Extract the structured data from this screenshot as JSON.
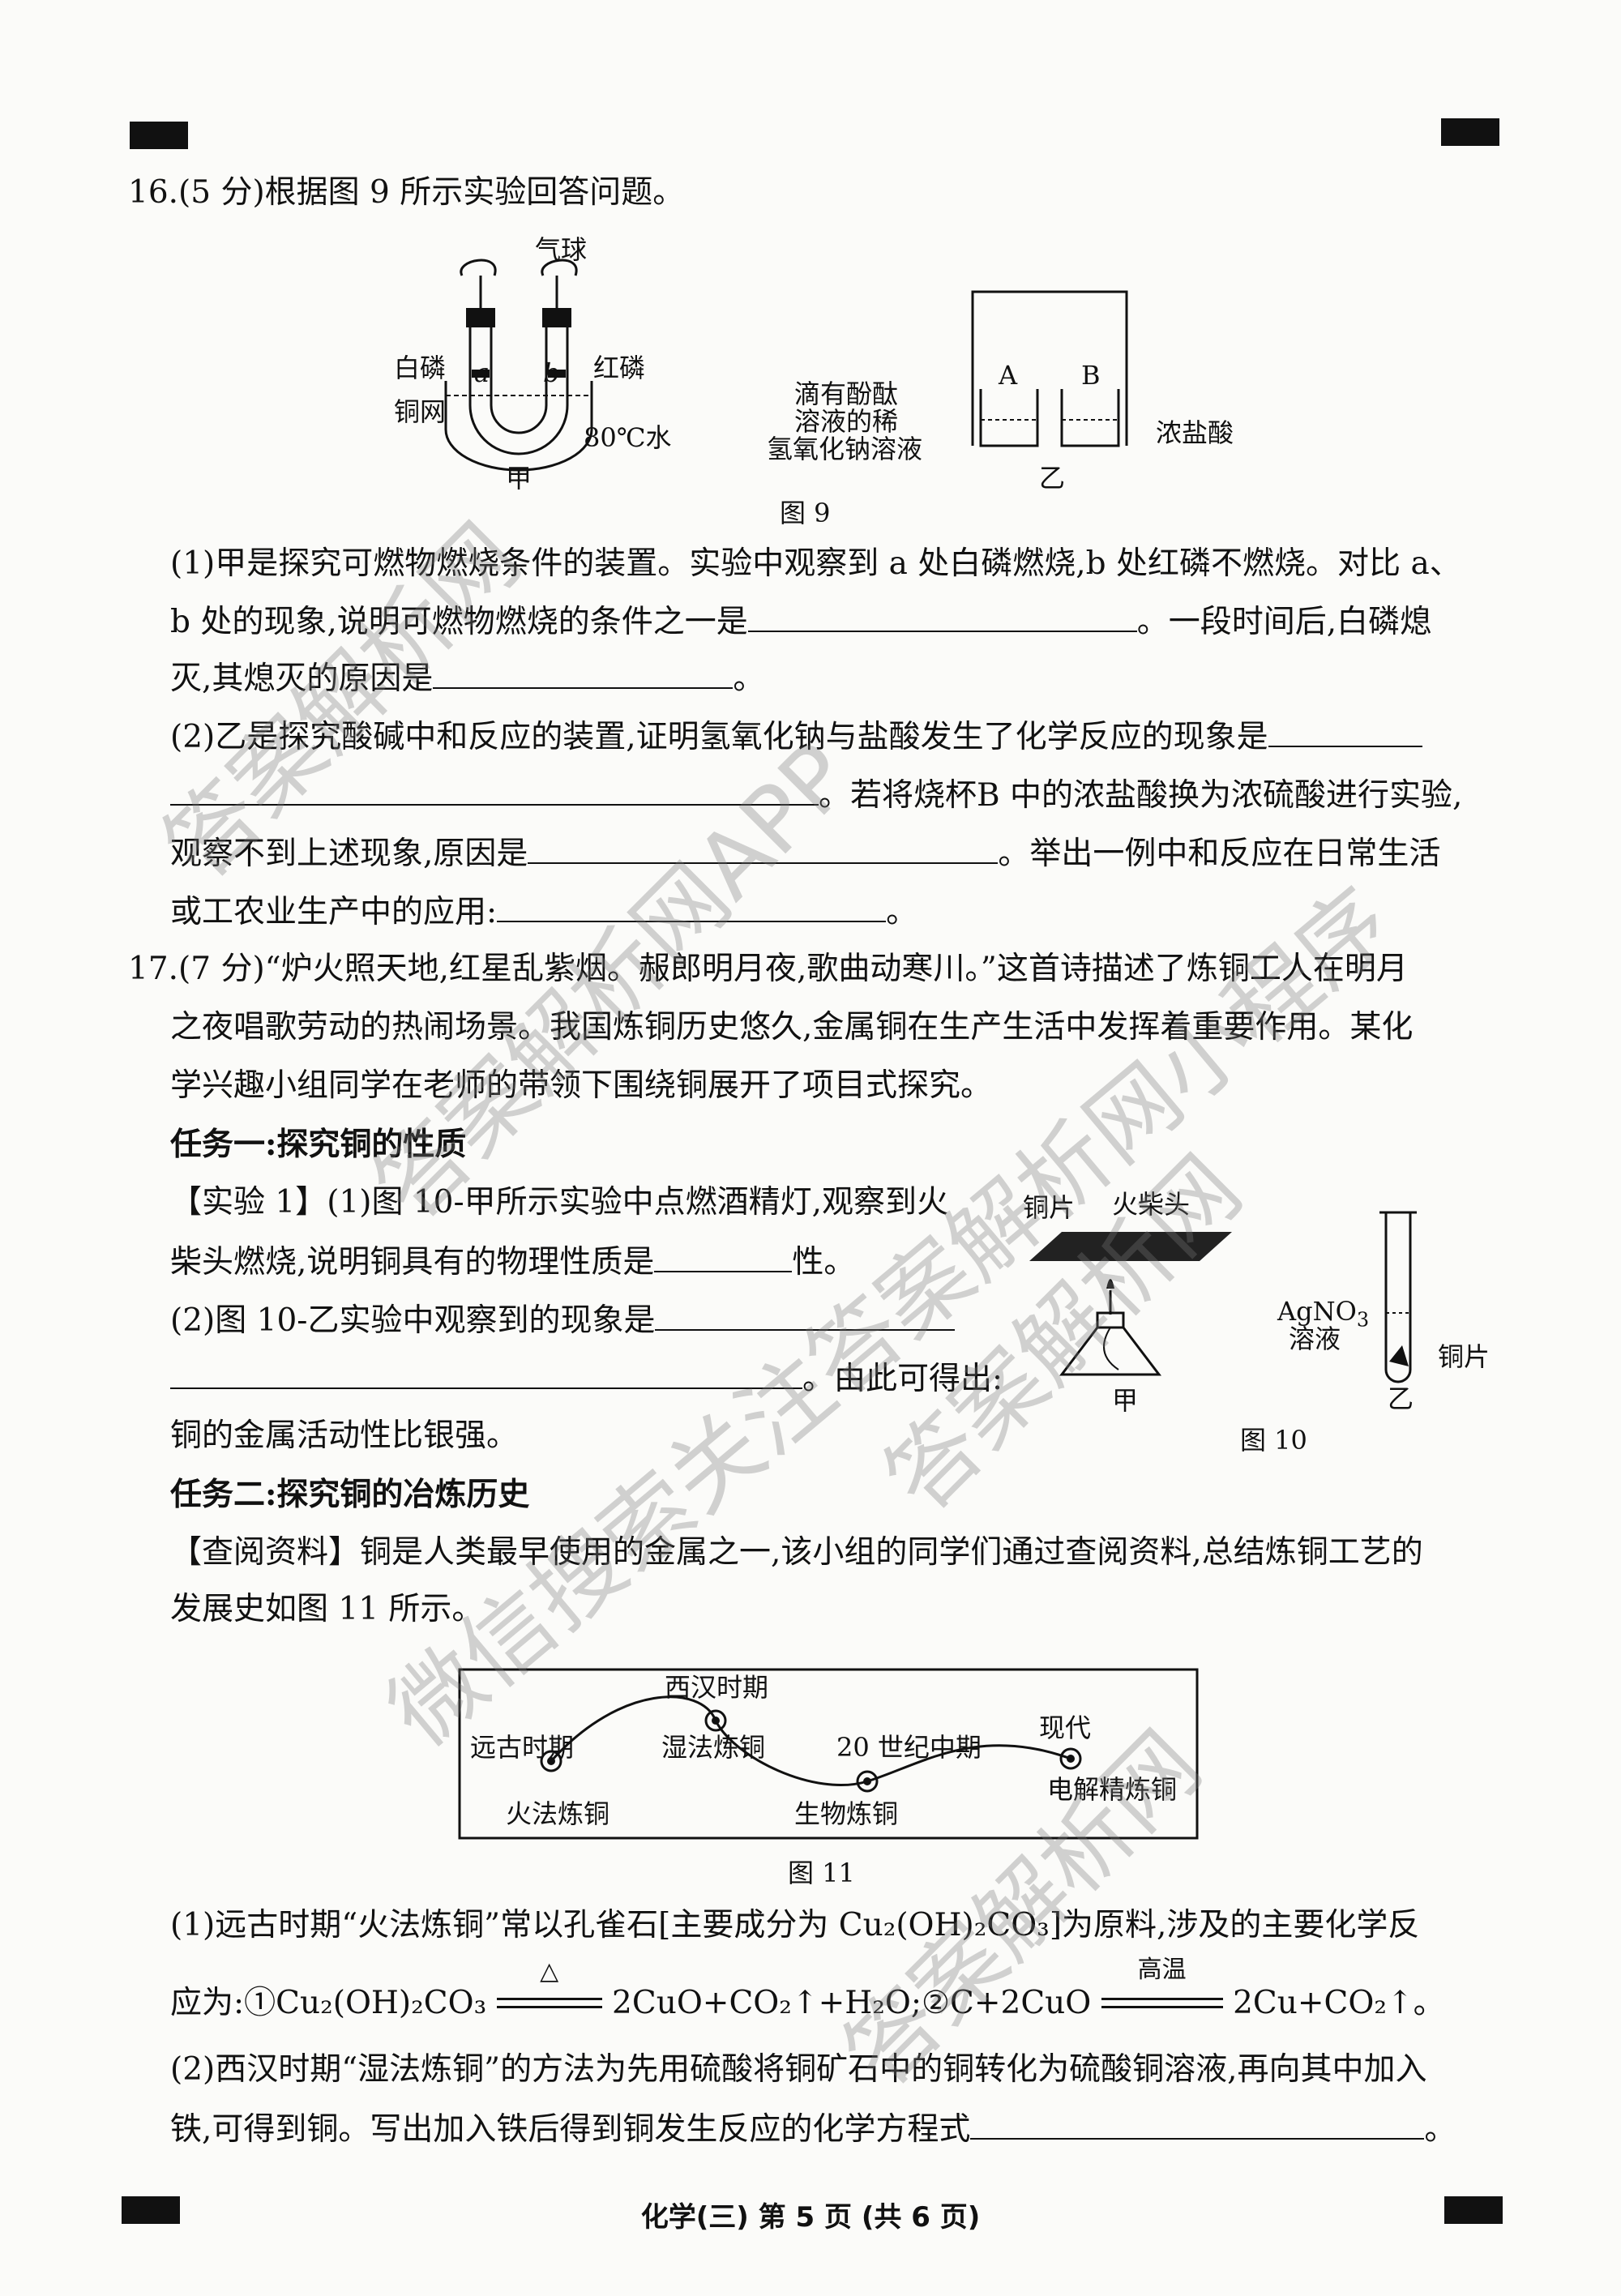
{
  "q16": {
    "title": "16.(5 分)根据图 9 所示实验回答问题。",
    "fig9": {
      "balloon": "气球",
      "white_p": "白磷",
      "red_p": "红磷",
      "copper_mesh": "铜网",
      "water": "80℃水",
      "a": "a",
      "b": "b",
      "jia": "甲",
      "phenol_1": "滴有酚酞",
      "phenol_2": "溶液的稀",
      "phenol_3": "氢氧化钠溶液",
      "A": "A",
      "B": "B",
      "conc_hcl": "浓盐酸",
      "yi": "乙",
      "caption": "图 9"
    },
    "p1_l1": "(1)甲是探究可燃物燃烧条件的装置。实验中观察到 a 处白磷燃烧,b 处红磷不燃烧。对比 a、",
    "p1_l2a": "b 处的现象,说明可燃物燃烧的条件之一是",
    "p1_l2b": "。一段时间后,白磷熄",
    "p1_l3a": "灭,其熄灭的原因是",
    "p1_l3b": "。",
    "p2_l1": "(2)乙是探究酸碱中和反应的装置,证明氢氧化钠与盐酸发生了化学反应的现象是",
    "p2_l2": "。若将烧杯B 中的浓盐酸换为浓硫酸进行实验,",
    "p2_l3a": "观察不到上述现象,原因是",
    "p2_l3b": "。举出一例中和反应在日常生活",
    "p2_l4a": "或工农业生产中的应用:",
    "p2_l4b": "。"
  },
  "q17": {
    "l1": "17.(7 分)“炉火照天地,红星乱紫烟。赧郎明月夜,歌曲动寒川。”这首诗描述了炼铜工人在明月",
    "l2": "之夜唱歌劳动的热闹场景。我国炼铜历史悠久,金属铜在生产生活中发挥着重要作用。某化",
    "l3": "学兴趣小组同学在老师的带领下围绕铜展开了项目式探究。",
    "task1": "任务一:探究铜的性质",
    "exp1_l1": "【实验 1】(1)图 10-甲所示实验中点燃酒精灯,观察到火",
    "exp1_l2a": "柴头燃烧,说明铜具有的物理性质是",
    "exp1_l2b": "性。",
    "exp1_l3": "(2)图 10-乙实验中观察到的现象是",
    "exp1_l4": "。由此可得出:",
    "exp1_l5": "铜的金属活动性比银强。",
    "fig10": {
      "copper_sheet": "铜片",
      "match_head": "火柴头",
      "jia": "甲",
      "agno3": "AgNO",
      "agno3_sub": "3",
      "solution": "溶液",
      "copper_piece": "铜片",
      "yi": "乙",
      "caption": "图 10"
    },
    "task2": "任务二:探究铜的冶炼历史",
    "info_l1": "【查阅资料】铜是人类最早使用的金属之一,该小组的同学们通过查阅资料,总结炼铜工艺的",
    "info_l2": "发展史如图 11 所示。",
    "fig11": {
      "ancient": "远古时期",
      "fire": "火法炼铜",
      "western_han": "西汉时期",
      "wet": "湿法炼铜",
      "mid20": "20 世纪中期",
      "bio": "生物炼铜",
      "modern": "现代",
      "electro": "电解精炼铜",
      "caption": "图 11"
    },
    "s1_l1": "(1)远古时期“火法炼铜”常以孔雀石[主要成分为 Cu₂(OH)₂CO₃]为原料,涉及的主要化学反",
    "s1_l2_pre": "应为:①Cu₂(OH)₂CO₃",
    "s1_cond1": "△",
    "s1_l2_mid": "2CuO+CO₂↑+H₂O;②C+2CuO",
    "s1_cond2": "高温",
    "s1_l2_end": "2Cu+CO₂↑。",
    "s2_l1": "(2)西汉时期“湿法炼铜”的方法为先用硫酸将铜矿石中的铜转化为硫酸铜溶液,再向其中加入",
    "s2_l2a": "铁,可得到铜。写出加入铁后得到铜发生反应的化学方程式",
    "s2_l2b": "。"
  },
  "footer": "化学(三)  第 5 页  (共 6 页)",
  "watermarks": {
    "w1": "答案解析网",
    "w2": "答案解析网APP",
    "w3": "答案解析网",
    "w4": "微信搜索关注答案解析网小程序",
    "w5": "答案解析网"
  }
}
